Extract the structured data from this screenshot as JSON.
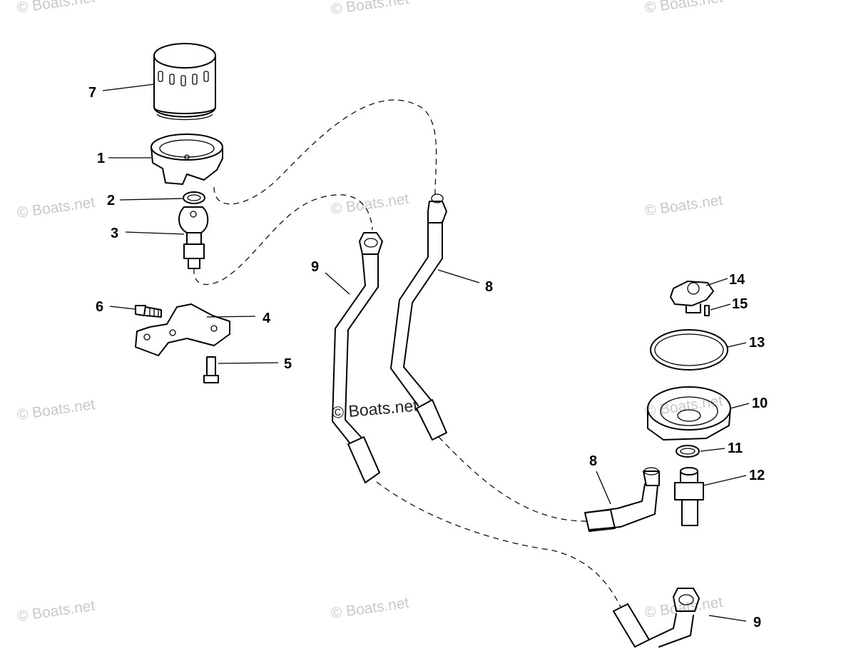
{
  "watermark": "© Boats.net",
  "callouts": {
    "c1": "1",
    "c2": "2",
    "c3": "3",
    "c4": "4",
    "c5": "5",
    "c6": "6",
    "c7": "7",
    "c8a": "8",
    "c8b": "8",
    "c9a": "9",
    "c9b": "9",
    "c10": "10",
    "c11": "11",
    "c12": "12",
    "c13": "13",
    "c14": "14",
    "c15": "15"
  }
}
